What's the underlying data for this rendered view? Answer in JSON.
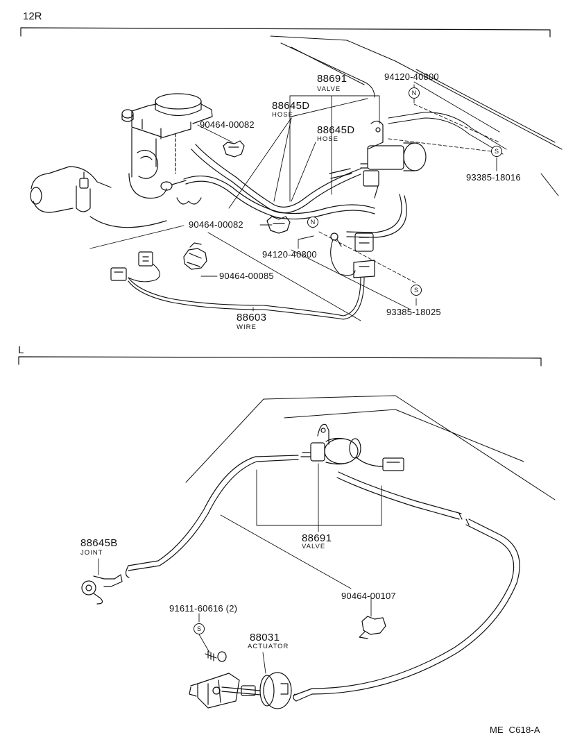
{
  "sections": {
    "top": "12R",
    "bottom": "L"
  },
  "parts_top": {
    "valve_num": "88691",
    "valve_name": "VALVE",
    "hose1_num": "88645D",
    "hose1_name": "HOSE",
    "hose2_num": "88645D",
    "hose2_name": "HOSE",
    "bolt_top_num": "94120-40800",
    "bolt_top_sym": "N",
    "screw_top_num": "93385-18016",
    "screw_top_sym": "S",
    "clamp_a_num": "90464-00082",
    "clamp_b_num": "90464-00082",
    "bolt_mid_num": "94120-40800",
    "bolt_mid_sym": "N",
    "clamp_c_num": "90464-00085",
    "screw_mid_num": "93385-18025",
    "screw_mid_sym": "S",
    "wire_num": "88603",
    "wire_name": "WIRE"
  },
  "parts_bottom": {
    "valve_num": "88691",
    "valve_name": "VALVE",
    "joint_num": "88645B",
    "joint_name": "JOINT",
    "clamp_num": "90464-00107",
    "screw_num": "91611-60616 (2)",
    "screw_sym": "S",
    "actuator_num": "88031",
    "actuator_name": "ACTUATOR"
  },
  "footer": {
    "code": "ME  C618-A"
  }
}
